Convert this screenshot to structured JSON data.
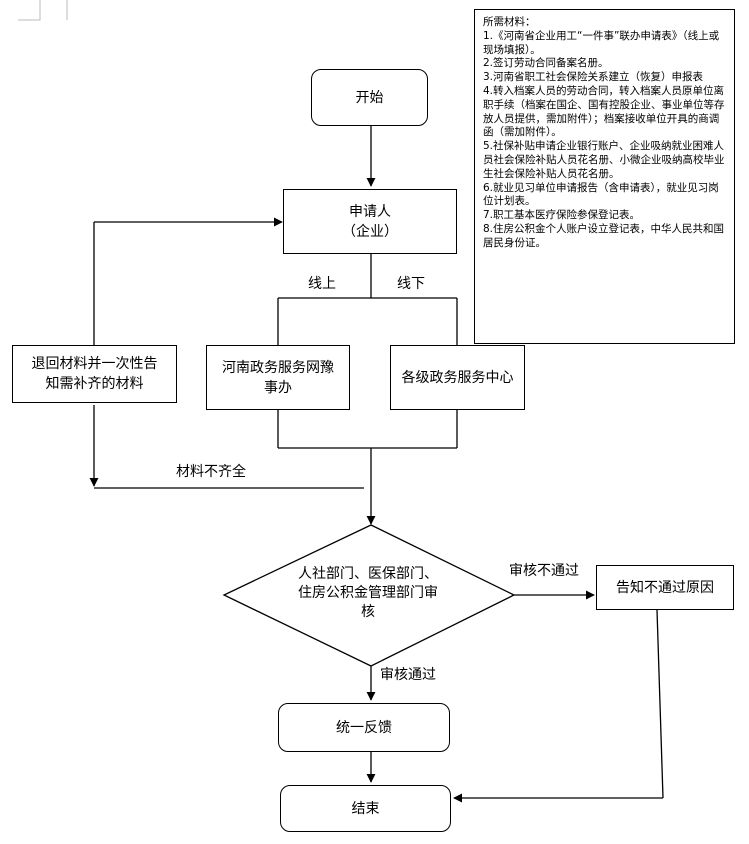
{
  "flow": {
    "start": "开始",
    "applicant_line1": "申请人",
    "applicant_line2": "（企业）",
    "online_label": "线上",
    "offline_label": "线下",
    "online_channel": "河南政务服务网豫事办",
    "offline_channel": "各级政务服务中心",
    "return_materials": "退回材料并一次性告知需补齐的材料",
    "incomplete_label": "材料不齐全",
    "review": "人社部门、医保部门、住房公积金管理部门审核",
    "review_fail_label": "审核不通过",
    "notify_reason": "告知不通过原因",
    "review_pass_label": "审核通过",
    "unified_feedback": "统一反馈",
    "end": "结束"
  },
  "materials": {
    "title": "所需材料：",
    "items": [
      "1.《河南省企业用工“一件事”联办申请表》（线上或现场填报）。",
      "2.签订劳动合同备案名册。",
      "3.河南省职工社会保险关系建立（恢复）申报表",
      "4.转入档案人员的劳动合同，转入档案人员原单位离职手续（档案在国企、国有控股企业、事业单位等存放人员提供，需加附件）；档案接收单位开具的商调函（需加附件）。",
      "5.社保补贴申请企业银行账户、企业吸纳就业困难人员社会保险补贴人员花名册、小微企业吸纳高校毕业生社会保险补贴人员花名册。",
      "6.就业见习单位申请报告（含申请表），就业见习岗位计划表。",
      "7.职工基本医疗保险参保登记表。",
      "8.住房公积金个人账户设立登记表，中华人民共和国居民身份证。"
    ]
  },
  "colors": {
    "line": "#000000",
    "box_border": "#000000",
    "background": "#ffffff"
  }
}
